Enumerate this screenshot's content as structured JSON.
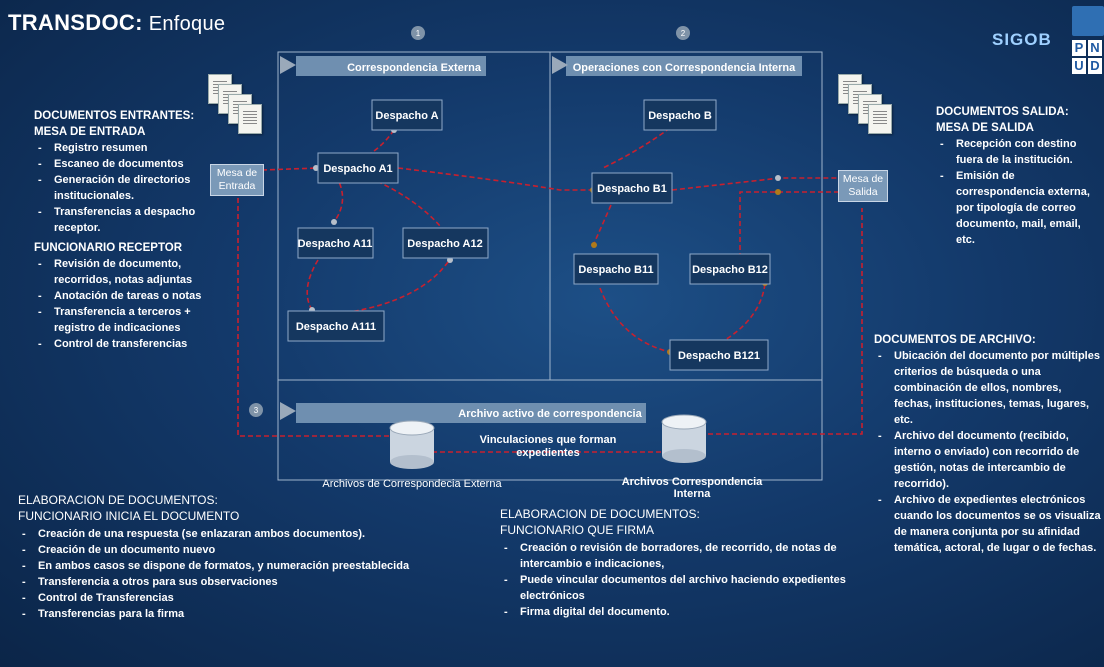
{
  "header": {
    "title_bold": "TRANSDOC:",
    "title_rest": "Enfoque",
    "brand": "SIGOB"
  },
  "logo": {
    "letters": [
      "P",
      "N",
      "U",
      "D"
    ],
    "color": "#2f6fb3"
  },
  "colors": {
    "connector": "#c8202e",
    "box_border": "#8fa9c8",
    "band": "#6f8fb0"
  },
  "panels": {
    "external": "Correspondencia Externa",
    "internal": "Operaciones con Correspondencia Interna",
    "archive": "Archivo activo de correspondencia",
    "step1": "1",
    "step2": "2",
    "step3": "3"
  },
  "nodes": {
    "a": "Despacho A",
    "a1": "Despacho A1",
    "a11": "Despacho A11",
    "a12": "Despacho A12",
    "a111": "Despacho A111",
    "b": "Despacho B",
    "b1": "Despacho B1",
    "b11": "Despacho B11",
    "b12": "Despacho B12",
    "b121": "Despacho B121"
  },
  "mesa_entrada": "Mesa de Entrada",
  "mesa_salida": "Mesa de Salida",
  "archive": {
    "db1": "Archivos de Correspondecia Externa",
    "db2": "Archivos Correspondencia Interna",
    "link": "Vinculaciones que forman expedientes"
  },
  "left": {
    "head1": "DOCUMENTOS ENTRANTES:",
    "head2": "MESA DE ENTRADA",
    "items1": [
      "Registro resumen",
      "Escaneo de documentos",
      "Generación de directorios institucionales.",
      "Transferencias a despacho receptor."
    ],
    "head3": "FUNCIONARIO RECEPTOR",
    "items2": [
      "Revisión de documento, recorridos, notas adjuntas",
      "Anotación de tareas o notas",
      "Transferencia a terceros + registro de indicaciones",
      "Control de transferencias"
    ]
  },
  "right": {
    "head1": "DOCUMENTOS SALIDA:",
    "head2": "MESA DE SALIDA",
    "items": [
      "Recepción con destino fuera de la institución.",
      "Emisión de correspondencia externa, por tipología de correo documento, mail, email, etc."
    ]
  },
  "archivo": {
    "head": "DOCUMENTOS DE ARCHIVO:",
    "items": [
      "Ubicación del documento por múltiples criterios de búsqueda o una combinación de ellos, nombres, fechas, instituciones, temas, lugares, etc.",
      "Archivo del documento (recibido, interno  o enviado) con recorrido de gestión, notas de intercambio de recorrido).",
      "Archivo de expedientes electrónicos cuando los documentos se os visualiza de manera conjunta por su afinidad temática, actoral, de lugar o de fechas."
    ]
  },
  "elab1": {
    "head1": "ELABORACION DE DOCUMENTOS:",
    "head2": "FUNCIONARIO INICIA EL DOCUMENTO",
    "items": [
      "Creación de una respuesta (se enlazaran ambos documentos).",
      "Creación de un documento nuevo",
      "En ambos casos se dispone de formatos, y numeración preestablecida",
      "Transferencia a otros para sus observaciones",
      "Control de Transferencias",
      "Transferencias para la firma"
    ]
  },
  "elab2": {
    "head1": "ELABORACION DE DOCUMENTOS:",
    "head2": "FUNCIONARIO QUE FIRMA",
    "items": [
      "Creación o revisión de borradores, de recorrido, de notas de intercambio e indicaciones,",
      "Puede vincular documentos del archivo haciendo expedientes electrónicos",
      "Firma digital del documento."
    ]
  }
}
